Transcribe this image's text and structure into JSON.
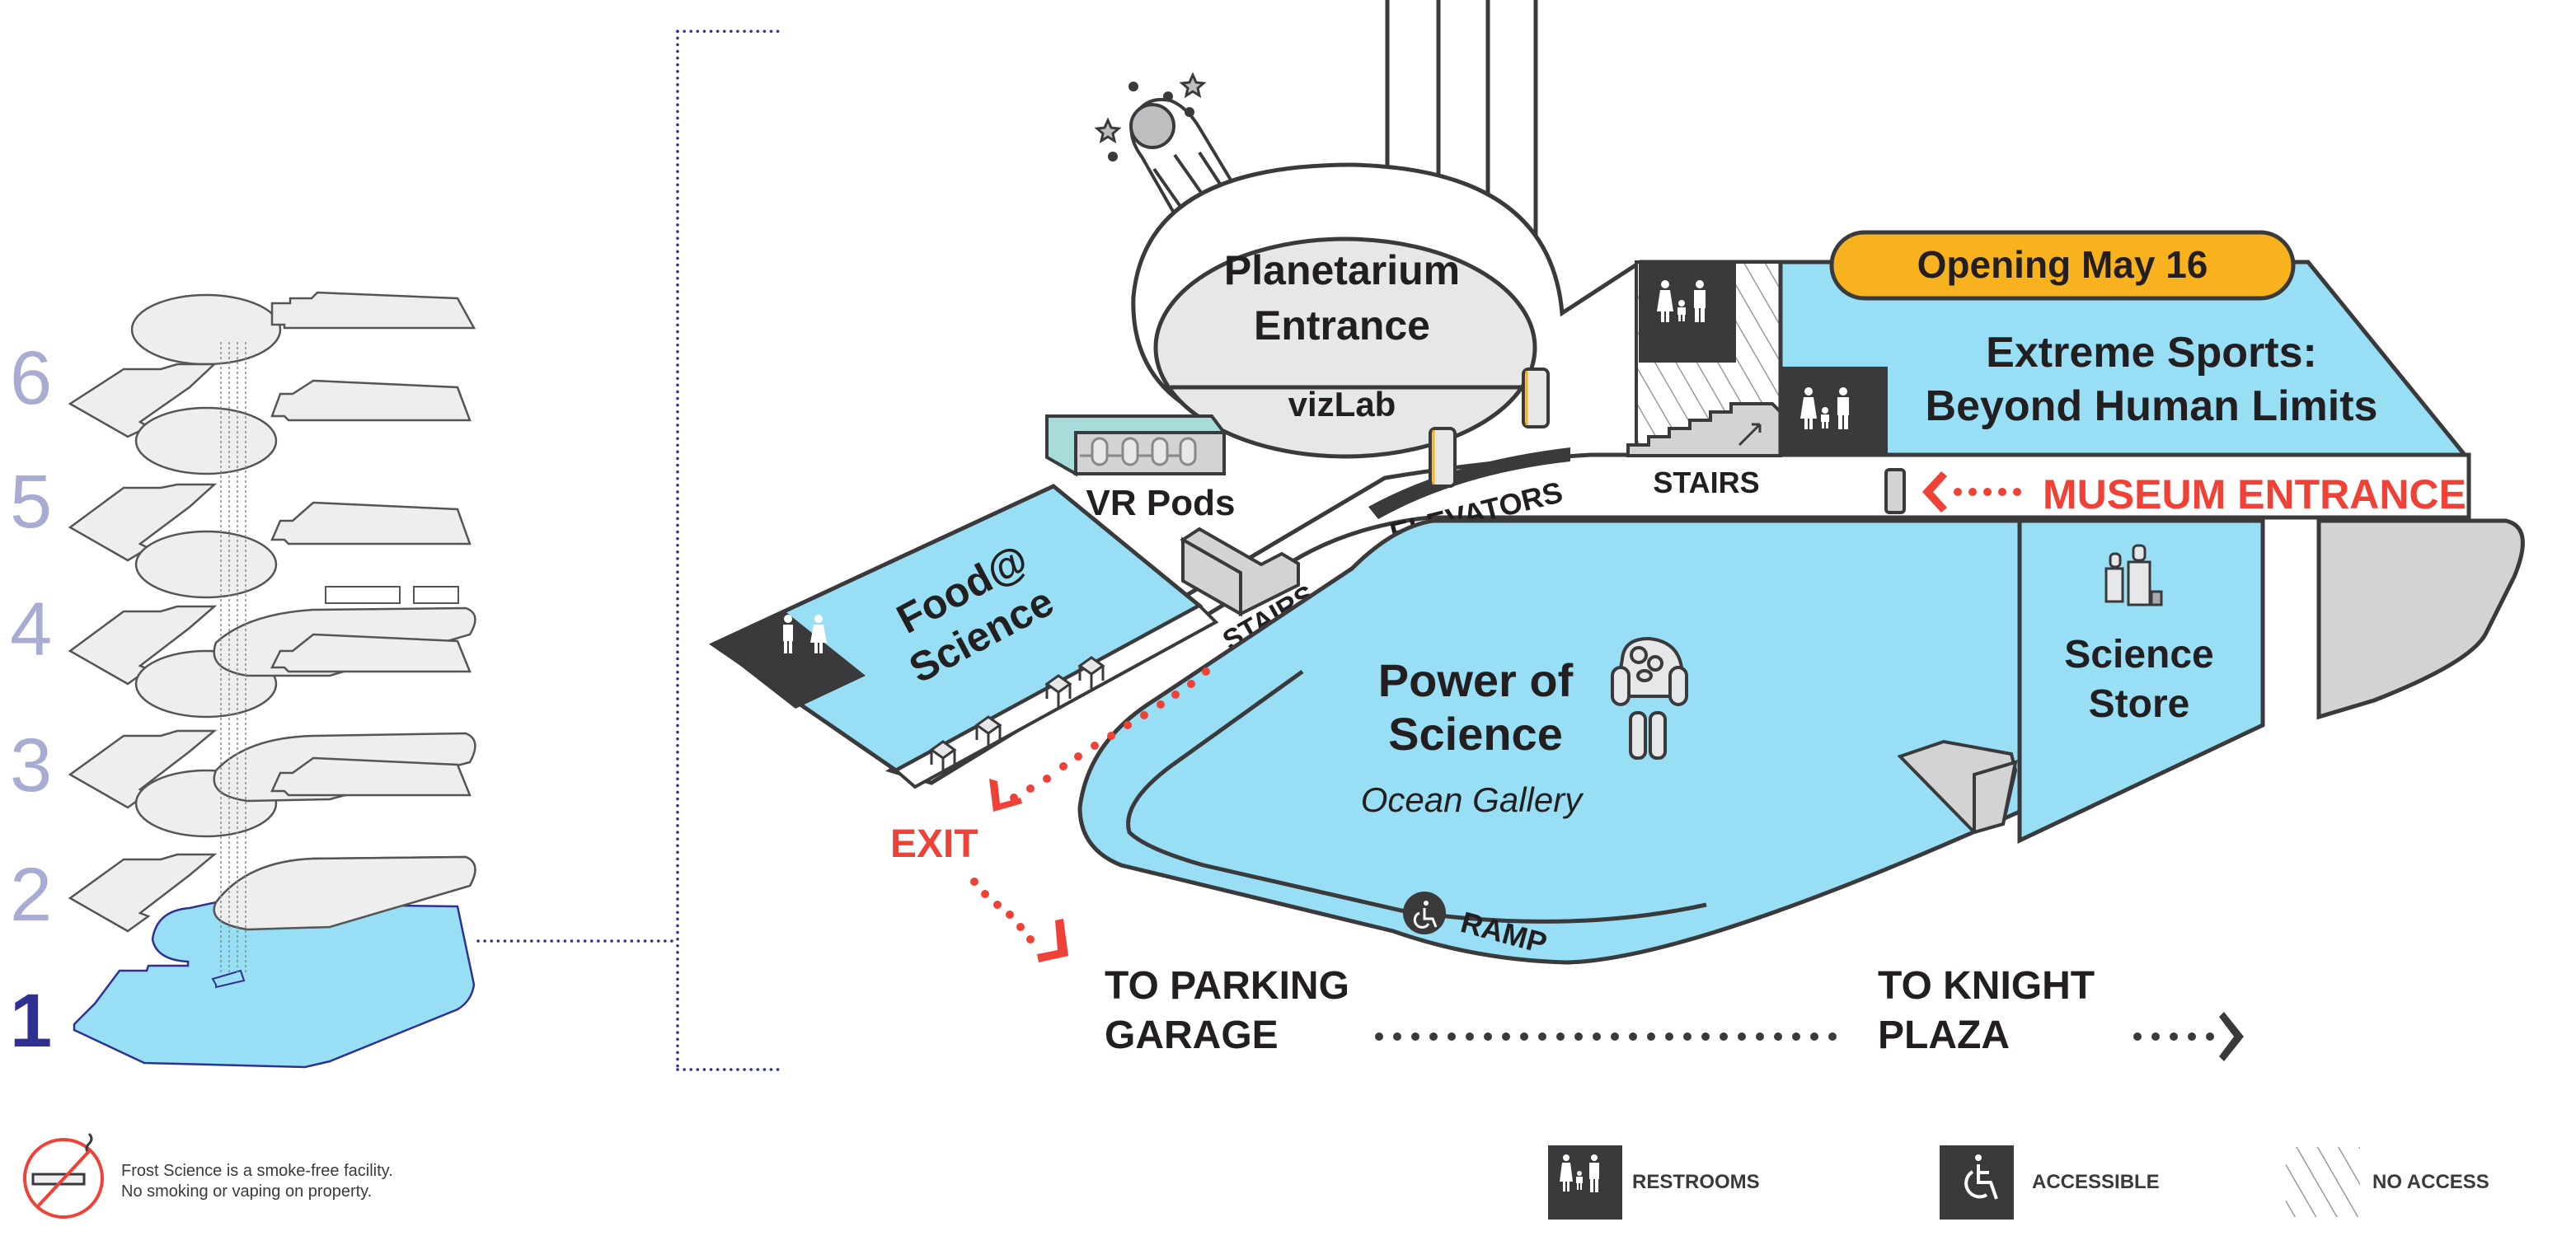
{
  "colors": {
    "gallery_blue": "#98dff5",
    "outline": "#3a3a3c",
    "label_dark": "#231f20",
    "accent_red": "#ef4136",
    "opening_badge": "#f7b21d",
    "floor_active": "#2e3192",
    "floor_inactive": "#a9acd2",
    "room_gray": "#d1d3d4",
    "vr_teal": "#a8dcdb"
  },
  "floor_selector": {
    "floors": [
      {
        "number": "6",
        "active": false
      },
      {
        "number": "5",
        "active": false
      },
      {
        "number": "4",
        "active": false
      },
      {
        "number": "3",
        "active": false
      },
      {
        "number": "2",
        "active": false
      },
      {
        "number": "1",
        "active": true
      }
    ]
  },
  "map": {
    "planetarium": {
      "line1": "Planetarium",
      "line2": "Entrance",
      "sub": "vizLab"
    },
    "vr_pods": "VR Pods",
    "food": {
      "line1": "Food@",
      "line2": "Science"
    },
    "stairs_left": "STAIRS",
    "elevators": "ELEVATORS",
    "stairs_top": "STAIRS",
    "opening_badge": "Opening May 16",
    "extreme_sports": {
      "line1": "Extreme Sports:",
      "line2": "Beyond Human Limits"
    },
    "museum_entrance": "MUSEUM ENTRANCE",
    "power_of_science": {
      "line1": "Power of",
      "line2": "Science",
      "sub": "Ocean Gallery"
    },
    "science_store": {
      "line1": "Science",
      "line2": "Store"
    },
    "ramp": "RAMP",
    "exit": "EXIT",
    "to_parking": {
      "line1": "TO PARKING",
      "line2": "GARAGE"
    },
    "to_knight": {
      "line1": "TO KNIGHT",
      "line2": "PLAZA"
    }
  },
  "footer": {
    "smoke_free_line1": "Frost Science is a smoke-free facility.",
    "smoke_free_line2": "No smoking or vaping on property.",
    "legend": [
      {
        "icon": "restroom-icon",
        "label": "RESTROOMS"
      },
      {
        "icon": "wheelchair-icon",
        "label": "ACCESSIBLE"
      },
      {
        "icon": "hatch-pattern-icon",
        "label": "NO ACCESS"
      }
    ]
  }
}
